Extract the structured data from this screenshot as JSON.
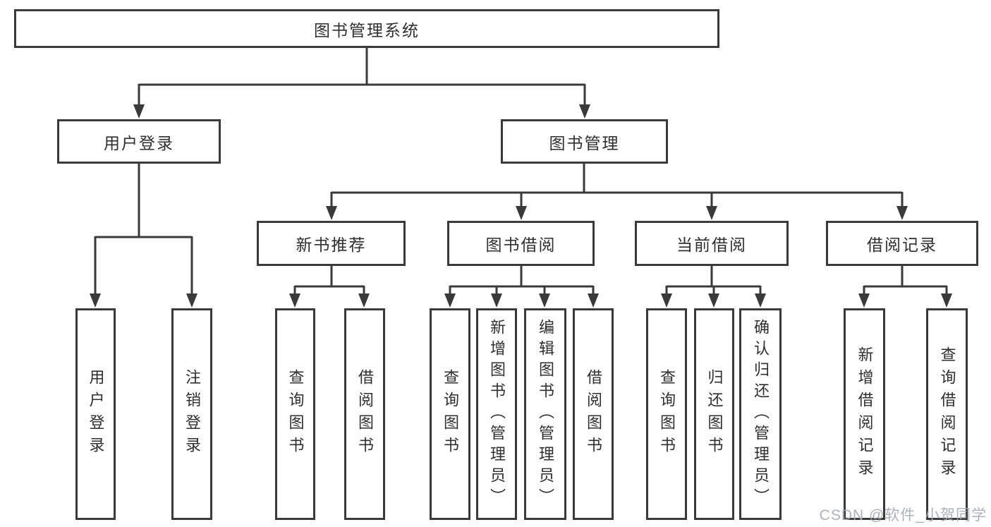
{
  "root": {
    "label": "图书管理系统"
  },
  "branches": [
    {
      "label": "用户登录",
      "children": [
        {
          "label": "用户登录"
        },
        {
          "label": "注销登录"
        }
      ]
    },
    {
      "label": "图书管理",
      "children": [
        {
          "label": "新书推荐",
          "children": [
            {
              "label": "查询图书"
            },
            {
              "label": "借阅图书"
            }
          ]
        },
        {
          "label": "图书借阅",
          "children": [
            {
              "label": "查询图书"
            },
            {
              "label": "新增图书（管理员）"
            },
            {
              "label": "编辑图书（管理员）"
            },
            {
              "label": "借阅图书"
            }
          ]
        },
        {
          "label": "当前借阅",
          "children": [
            {
              "label": "查询图书"
            },
            {
              "label": "归还图书"
            },
            {
              "label": "确认归还（管理员）"
            }
          ]
        },
        {
          "label": "借阅记录",
          "children": [
            {
              "label": "新增借阅记录"
            },
            {
              "label": "查询借阅记录"
            }
          ]
        }
      ]
    }
  ],
  "watermark": "CSDN @软件_小贺同学",
  "colors": {
    "line": "#3a3a3a",
    "box_fill": "#ffffff",
    "text": "#2f2f2f",
    "watermark": "#a4aab4"
  }
}
